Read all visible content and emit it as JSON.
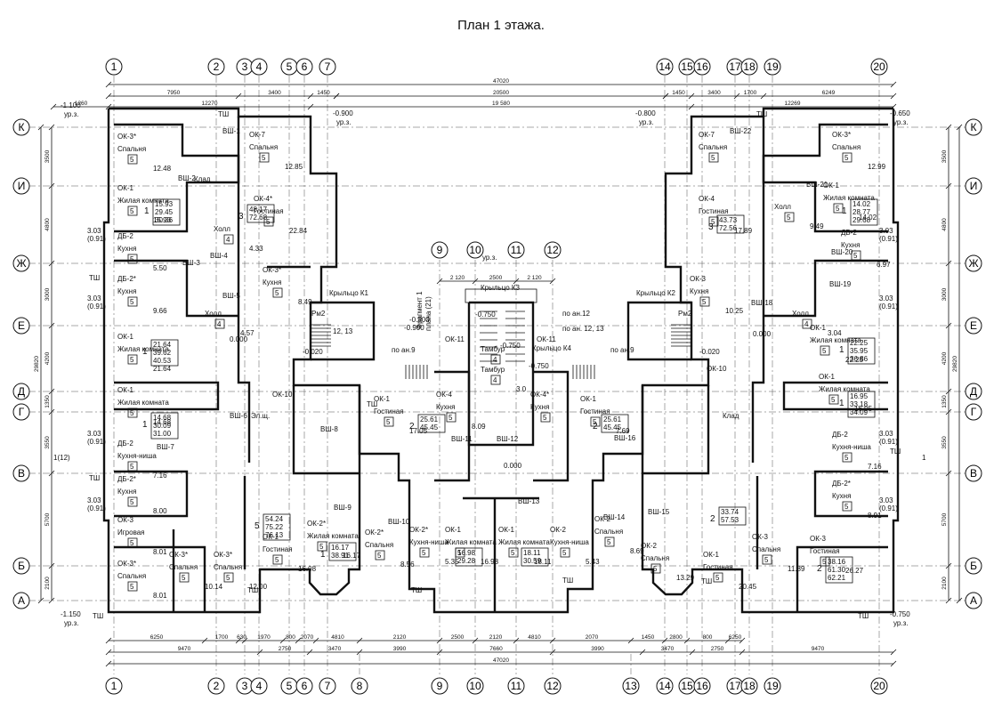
{
  "title": "План 1 этажа.",
  "axes_top": [
    "1",
    "2",
    "3",
    "4",
    "5",
    "6",
    "7",
    "14",
    "15",
    "16",
    "17",
    "18",
    "19",
    "20"
  ],
  "axes_bottom": [
    "1",
    "2",
    "3",
    "4",
    "5",
    "6",
    "7",
    "8",
    "9",
    "10",
    "11",
    "12",
    "13",
    "14",
    "15",
    "16",
    "17",
    "18",
    "19",
    "20"
  ],
  "axes_middle": [
    "9",
    "10",
    "11",
    "12"
  ],
  "axes_rows": [
    "К",
    "И",
    "Ж",
    "Е",
    "Д",
    "Г",
    "В",
    "Б",
    "А"
  ],
  "dims": {
    "overall": "47020",
    "top_row2_left": [
      "7950",
      "3400",
      "1450"
    ],
    "top_row2_mid": "20500",
    "top_row2_right": [
      "1450",
      "3400",
      "1700",
      "6249"
    ],
    "top_row3": [
      "1260",
      "12270",
      "19 580",
      "12269"
    ],
    "mid_row": [
      "2 120",
      "2500",
      "2 120"
    ],
    "bottom_row1": [
      "6250",
      "1700",
      "630",
      "1970",
      "800",
      "2070",
      "4810",
      "2120",
      "2500",
      "2120",
      "4810",
      "2070",
      "1450",
      "2800",
      "800",
      "6250"
    ],
    "bottom_row2": [
      "9470",
      "2750",
      "3470",
      "3990",
      "7660",
      "3990",
      "3470",
      "2750",
      "9470"
    ],
    "bottom_overall": "47020",
    "left_side": [
      "3500",
      "4800",
      "3000",
      "4200",
      "1350",
      "3550",
      "5700",
      "2100"
    ],
    "left_overall": "29820",
    "right_side": [
      "3500",
      "4800",
      "3000",
      "4200",
      "1350",
      "3550",
      "5700",
      "2100"
    ],
    "right_overall": "29820"
  },
  "levels": [
    "-1.100",
    "ур.з.",
    "-0.900",
    "ур.з.",
    "-0.800",
    "ур.з.",
    "-0.650",
    "ур.з.",
    "-1.150",
    "ур.з.",
    "-0.750",
    "ур.з.",
    "-0.900",
    "ур.з.",
    "-0.900",
    "-0.750",
    "-0.750",
    "-0.750",
    "-0.020",
    "0.000",
    "0.000",
    "-0.020",
    "0.000"
  ],
  "porches": [
    "Крыльцо К1",
    "Крыльцо К3",
    "Крыльцо К2",
    "Крыльцо К4"
  ],
  "notes": [
    "по ан.9",
    "по ан.12",
    "по ан. 12, 13",
    "по ан.9",
    "Фрагмент 1",
    "плана (21)",
    "12, 13",
    "Рм2",
    "Рм2"
  ],
  "rooms_left": [
    {
      "name": "Спальня",
      "num": "5",
      "area": "12.48",
      "mark": "ОК-3*"
    },
    {
      "name": "Жилая комната",
      "num": "5",
      "area": "15.93",
      "mark": "ОК-1"
    },
    {
      "name": "Кухня",
      "num": "5",
      "area": "5.50",
      "mark": "ДБ-2"
    },
    {
      "name": "Кухня",
      "num": "5",
      "area": "9.66",
      "mark": "ДБ-2*"
    },
    {
      "name": "Жилая комната",
      "num": "5",
      "area": "21.64",
      "mark": "ОК-1"
    },
    {
      "name": "Жилая комната",
      "num": "5",
      "area": "14.68",
      "mark": "ОК-1"
    },
    {
      "name": "Кухня-ниша",
      "num": "5",
      "area": "7.16",
      "mark": "ДБ-2"
    },
    {
      "name": "Кухня",
      "num": "5",
      "area": "8.00",
      "mark": "ДБ-2*"
    },
    {
      "name": "Игровая",
      "num": "5",
      "area": "8.01",
      "mark": "ОК-3"
    },
    {
      "name": "Спальня",
      "num": "5",
      "area": "8.01",
      "mark": "ОК-3*"
    },
    {
      "name": "Спальня",
      "num": "5",
      "area": "10.14",
      "mark": "ОК-3*"
    },
    {
      "name": "Спальня",
      "num": "5",
      "area": "12.00",
      "mark": "ОК-3*"
    },
    {
      "name": "Спальня",
      "num": "5",
      "area": "12.85",
      "mark": "ОК-7"
    },
    {
      "name": "Гостиная",
      "num": "5",
      "area": "22.84",
      "mark": "ОК-4*"
    },
    {
      "name": "Кухня",
      "num": "5",
      "area": "8.49",
      "mark": "ОК-3*"
    },
    {
      "name": "Гостиная",
      "num": "5",
      "area": "16.08",
      "mark": "ОК-1"
    },
    {
      "name": "Жилая комната",
      "num": "5",
      "area": "16.17",
      "mark": "ОК-2*"
    },
    {
      "name": "Холл",
      "num": "4",
      "area": "4.57",
      "mark": ""
    },
    {
      "name": "Холл",
      "num": "4",
      "area": "4.33",
      "mark": ""
    }
  ],
  "rooms_center": [
    {
      "name": "Гостиная",
      "num": "5",
      "area": "17.05",
      "mark": "ОК-1"
    },
    {
      "name": "Кухня",
      "num": "5",
      "area": "8.09",
      "mark": "ОК-4"
    },
    {
      "name": "Спальня",
      "num": "5",
      "area": "8.56",
      "mark": "ОК-2*"
    },
    {
      "name": "Кухня-ниша",
      "num": "5",
      "area": "5.35",
      "mark": "ОК-2*"
    },
    {
      "name": "Жилая комната",
      "num": "5",
      "area": "16.98",
      "mark": "ОК-1"
    },
    {
      "name": "Жилая комната",
      "num": "5",
      "area": "18.11",
      "mark": "ОК-1"
    },
    {
      "name": "Кухня-ниша",
      "num": "5",
      "area": "5.43",
      "mark": "ОК-2"
    },
    {
      "name": "Спальня",
      "num": "5",
      "area": "8.69",
      "mark": "ОК-2"
    },
    {
      "name": "Гостиная",
      "num": "5",
      "area": "7.69",
      "mark": "ОК-1"
    },
    {
      "name": "Кухня",
      "num": "5",
      "area": "",
      "mark": "ОК-4*"
    },
    {
      "name": "Тамбур",
      "num": "4",
      "area": "3.0",
      "mark": ""
    },
    {
      "name": "Тамбур",
      "num": "4",
      "area": "",
      "mark": ""
    }
  ],
  "rooms_right": [
    {
      "name": "Спальня",
      "num": "5",
      "area": "12.99",
      "mark": "ОК-3*"
    },
    {
      "name": "Жилая комната",
      "num": "5",
      "area": "14.02",
      "mark": "ОК-1"
    },
    {
      "name": "Кухня",
      "num": "5",
      "area": "6.97",
      "mark": "ДБ-2"
    },
    {
      "name": "Жилая комната",
      "num": "5",
      "area": "22.25",
      "mark": "ОК-1"
    },
    {
      "name": "Жилая комната",
      "num": "5",
      "area": "16.95",
      "mark": "ОК-1"
    },
    {
      "name": "Кухня-ниша",
      "num": "5",
      "area": "7.16",
      "mark": "ДБ-2"
    },
    {
      "name": "Кухня",
      "num": "5",
      "area": "8.91",
      "mark": "ДБ-2*"
    },
    {
      "name": "Гостиная",
      "num": "5",
      "area": "26.27",
      "mark": "ОК-3"
    },
    {
      "name": "Спальня",
      "num": "5",
      "area": "11.89",
      "mark": "ОК-3"
    },
    {
      "name": "Гостиная",
      "num": "5",
      "area": "20.45",
      "mark": "ОК-1"
    },
    {
      "name": "Спальня",
      "num": "5",
      "area": "13.29",
      "mark": "ОК-2"
    },
    {
      "name": "Гостиная",
      "num": "5",
      "area": "17.89",
      "mark": "ОК-4"
    },
    {
      "name": "Спальня",
      "num": "5",
      "area": "",
      "mark": "ОК-7"
    },
    {
      "name": "Кухня",
      "num": "5",
      "area": "10.25",
      "mark": "ОК-3"
    },
    {
      "name": "Холл",
      "num": "5",
      "area": "9.49",
      "mark": ""
    },
    {
      "name": "Холл",
      "num": "4",
      "area": "3.04",
      "mark": ""
    }
  ],
  "apartments": [
    {
      "no": "3",
      "areas": [
        "48.17",
        "72.68"
      ]
    },
    {
      "no": "1",
      "areas": [
        "15.93",
        "29.45",
        "30.36"
      ]
    },
    {
      "no": "1",
      "areas": [
        "21.64",
        "39.62",
        "40.53"
      ]
    },
    {
      "no": "1",
      "areas": [
        "14.68",
        "30.09",
        "31.00"
      ]
    },
    {
      "no": "5",
      "areas": [
        "54.24",
        "75.22",
        "76.13"
      ]
    },
    {
      "no": "1",
      "areas": [
        "16.17",
        "38.91"
      ]
    },
    {
      "no": "2",
      "areas": [
        "25.61",
        "45.45"
      ]
    },
    {
      "no": "2",
      "areas": [
        "25.61",
        "45.45"
      ]
    },
    {
      "no": "",
      "areas": [
        "16.98",
        "29.28"
      ]
    },
    {
      "no": "",
      "areas": [
        "18.11",
        "30.59"
      ]
    },
    {
      "no": "3",
      "areas": [
        "43.73",
        "72.56"
      ]
    },
    {
      "no": "1",
      "areas": [
        "14.02",
        "28.77",
        "29.68"
      ]
    },
    {
      "no": "1",
      "areas": [
        "22.25",
        "35.95",
        "36.86"
      ]
    },
    {
      "no": "1",
      "areas": [
        "16.95",
        "33.18",
        "34.09"
      ]
    },
    {
      "no": "2",
      "areas": [
        "33.74",
        "57.53"
      ]
    },
    {
      "no": "2",
      "areas": [
        "38.16",
        "61.30",
        "62.21"
      ]
    }
  ],
  "misc_labels": [
    "ТШ",
    "ТШ",
    "ТШ",
    "ТШ",
    "ТШ",
    "ТШ",
    "ТШ",
    "ТШ",
    "ТШ",
    "ТШ",
    "ТШ",
    "ТШ",
    "3.03",
    "(0.91)",
    "3.03",
    "(0.91)",
    "3.03",
    "(0.91)",
    "3.03",
    "(0.91)",
    "3.03",
    "(0.91)",
    "3.03",
    "(0.91)",
    "3.03",
    "(0.91)",
    "3.03",
    "(0.91)",
    "ВШ-1",
    "ВШ-2",
    "ВШ-3",
    "ВШ-4",
    "ВШ-5",
    "ВШ-6",
    "ВШ-7",
    "ВШ-8",
    "ВШ-9",
    "ВШ-10",
    "ВШ-11",
    "ВШ-12",
    "ВШ-13",
    "ВШ-14",
    "ВШ-15",
    "ВШ-16",
    "ВШ-18",
    "ВШ-19",
    "ВШ-20",
    "ВШ-21",
    "ВШ-22",
    "Клад",
    "Клад",
    "ОК-10",
    "ОК-10",
    "ОК-11",
    "ОК-11",
    "Эл.щ.",
    "1(12)",
    "1"
  ]
}
